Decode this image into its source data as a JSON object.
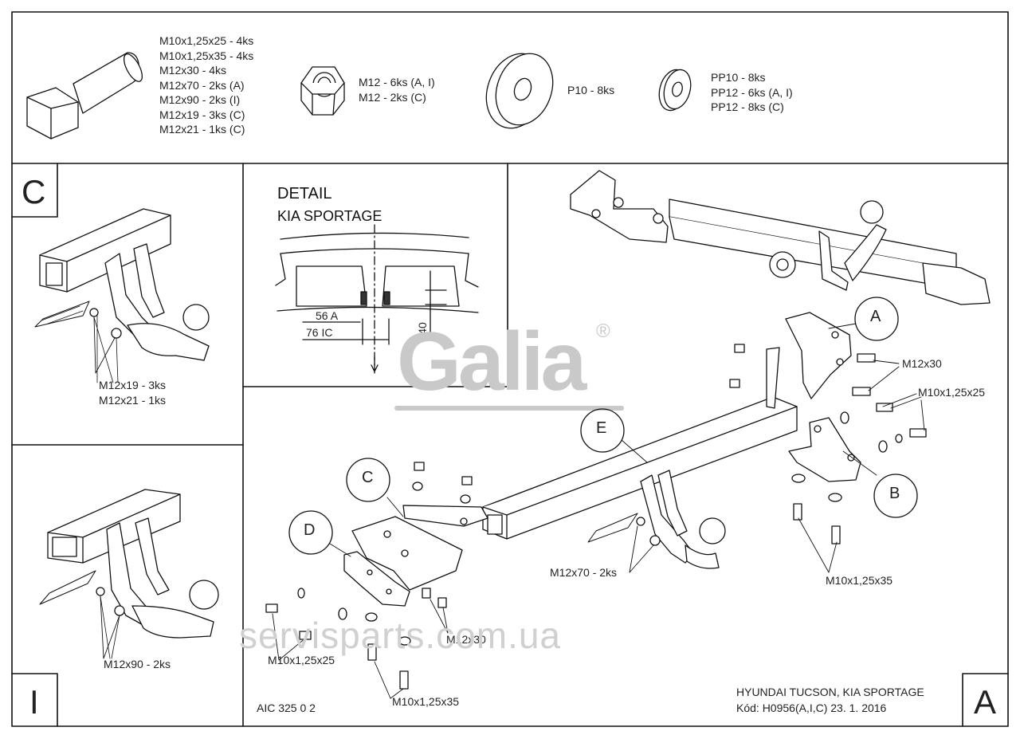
{
  "hardware": {
    "bolts": [
      "M10x1,25x25 - 4ks",
      "M10x1,25x35 - 4ks",
      "M12x30 - 4ks",
      "M12x70 - 2ks (A)",
      "M12x90 - 2ks (I)",
      "M12x19 - 3ks (C)",
      "M12x21 - 1ks (C)"
    ],
    "nuts": [
      "M12 - 6ks (A, I)",
      "M12 - 2ks (C)"
    ],
    "washer_large": [
      "P10 - 8ks"
    ],
    "washer_small": [
      "PP10 - 8ks",
      "PP12 - 6ks (A, I)",
      "PP12 - 8ks (C)"
    ]
  },
  "panels": {
    "c_letter": "C",
    "i_letter": "I",
    "a_letter": "A",
    "c_bolts": [
      "M12x19 - 3ks",
      "M12x21 - 1ks"
    ],
    "i_bolts": [
      "M12x90 - 2ks"
    ]
  },
  "detail": {
    "title": "DETAIL",
    "subtitle": "KIA SPORTAGE",
    "dim_56": "56 A",
    "dim_76": "76 IC",
    "dim_40": "40"
  },
  "callouts": {
    "a": "A",
    "b": "B",
    "c": "C",
    "d": "D",
    "e": "E",
    "m12x30_right": "M12x30",
    "m10x25_right": "M10x1,25x25",
    "m10x35_right": "M10x1,25x35",
    "m12x70": "M12x70 - 2ks",
    "m12x30_left": "M12x30",
    "m10x25_left": "M10x1,25x25",
    "m10x35_left": "M10x1,25x35"
  },
  "footer": {
    "code_left": "AIC 325 0 2",
    "vehicle": "HYUNDAI  TUCSON, KIA SPORTAGE",
    "kod": "Kód: H0956(A,I,C)  23. 1. 2016"
  },
  "brand": {
    "logo": "Galia",
    "registered": "®"
  },
  "watermark": "servisparts.com.ua"
}
